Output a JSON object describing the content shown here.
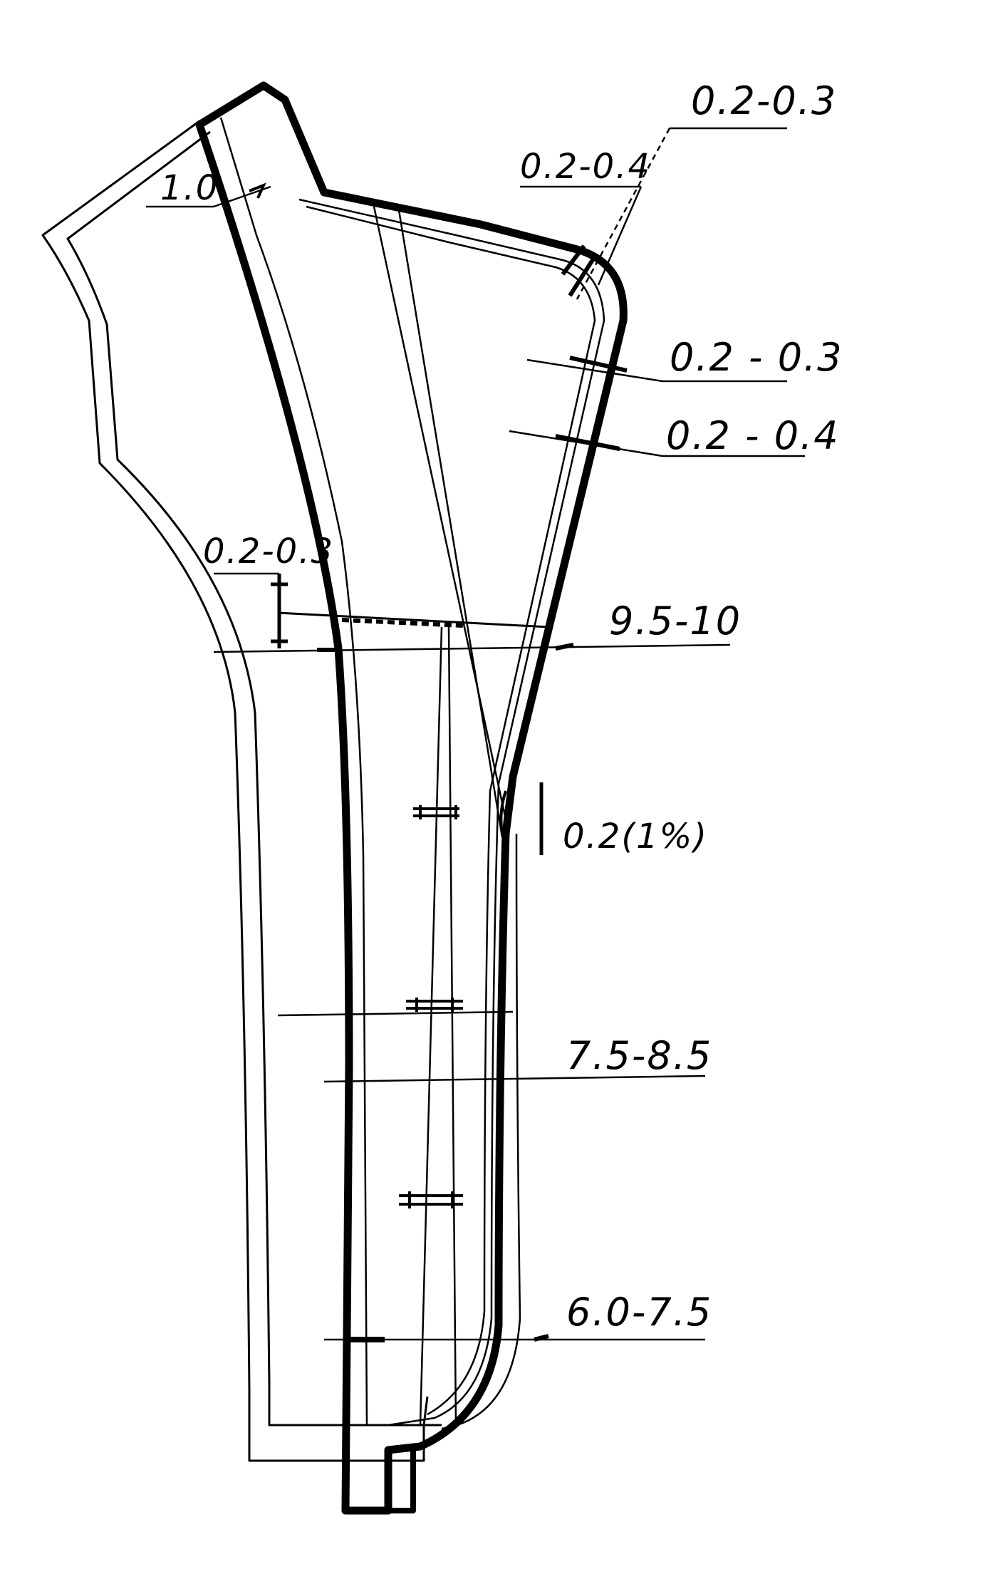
{
  "diagram": {
    "labels": {
      "top_right_1": "0.2-0.3",
      "top_right_2": "0.2-0.4",
      "top_left": "1.0",
      "right_mid_1": "0.2 - 0.3",
      "right_mid_2": "0.2 - 0.4",
      "left_mid": "0.2-0.3",
      "width_upper": "9.5-10",
      "slope": "0.2(1%)",
      "width_middle": "7.5-8.5",
      "width_lower": "6.0-7.5"
    },
    "colors": {
      "line": "#000000",
      "background": "#ffffff"
    }
  }
}
